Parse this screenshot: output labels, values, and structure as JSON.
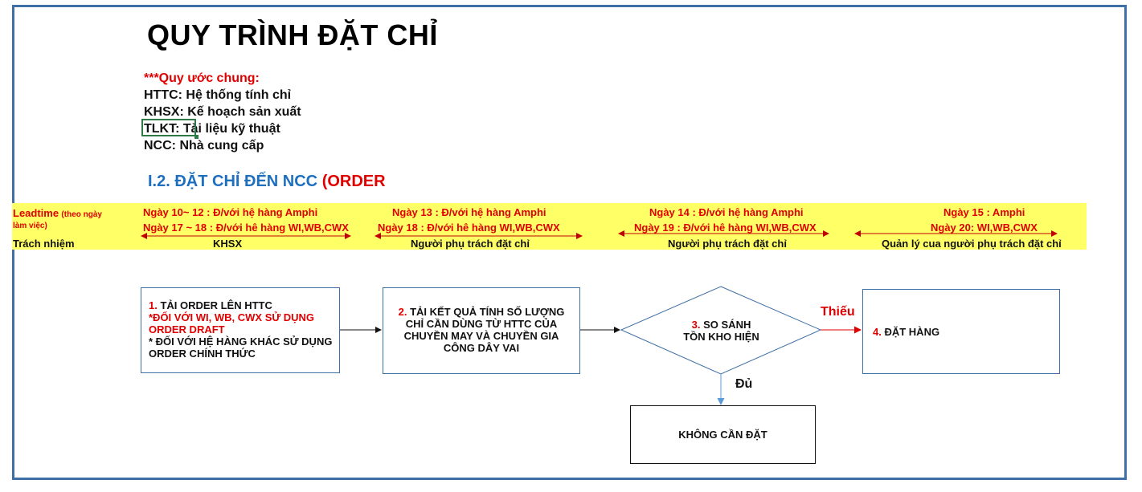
{
  "title": "QUY TRÌNH ĐẶT CHỈ",
  "legend": {
    "heading": "***Quy ước chung:",
    "items": [
      "HTTC: Hệ thống tính chỉ",
      "KHSX: Kế hoạch sản xuất",
      "TLKT: Tài liệu kỹ thuật",
      "NCC: Nhà cung cấp"
    ]
  },
  "section": {
    "label": "I.2. ĐẶT CHỈ ĐẾN NCC",
    "label_red": "(ORDER"
  },
  "band": {
    "leadtime_label": "Leadtime",
    "leadtime_note": "(theo ngày",
    "leadtime_note2": "làm việc)",
    "responsibility_label": "Trách nhiệm",
    "columns": [
      {
        "line1": "Ngày 10~ 12 : Đ/với hệ hàng Amphi",
        "line2": "Ngày 17 ~ 18 : Đ/với hê hàng WI,WB,CWX",
        "owner": "KHSX"
      },
      {
        "line1": "Ngày 13 : Đ/với hệ hàng Amphi",
        "line2": "Ngày 18 : Đ/với hê hàng WI,WB,CWX",
        "owner": "Người phụ trách đặt chỉ"
      },
      {
        "line1": "Ngày 14 : Đ/với hệ hàng Amphi",
        "line2": "Ngày 19 : Đ/với hê hàng WI,WB,CWX",
        "owner": "Người phụ trách đặt chỉ"
      },
      {
        "line1": "Ngày 15 : Amphi",
        "line2": "Ngày 20: WI,WB,CWX",
        "owner": "Quản lý cua người phụ trách đặt chỉ"
      }
    ]
  },
  "flow": {
    "step1": {
      "num": "1.",
      "title": "TẢI ORDER LÊN HTTC",
      "red_note": "*ĐỐI VỚI WI, WB, CWX SỬ DỤNG ORDER DRAFT",
      "note": "* ĐỐI VỚI HỆ HÀNG KHÁC SỬ DỤNG ORDER CHÍNH THỨC"
    },
    "step2": {
      "num": "2.",
      "text": "TẢI KẾT QUẢ TÍNH SỐ LƯỢNG CHỈ CẦN DÙNG TỪ HTTC CỦA CHUYỀN MAY VÀ CHUYỀN GIA CÔNG DÂY VAI"
    },
    "step3": {
      "num": "3.",
      "line1": "SO SÁNH",
      "line2": "TỒN KHO HIỆN"
    },
    "step4": {
      "num": "4.",
      "text": "ĐẶT HÀNG"
    },
    "no_order": "KHÔNG CẦN ĐẶT",
    "label_short": "Thiếu",
    "label_enough": "Đủ"
  },
  "colors": {
    "border": "#3e6fa6",
    "band": "#ffff66",
    "accent_red": "#e00000",
    "accent_blue": "#1f6fbf"
  }
}
